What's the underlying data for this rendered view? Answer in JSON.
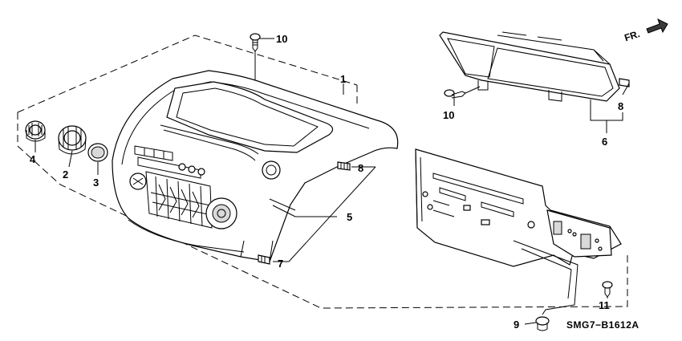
{
  "diagram": {
    "direction_label": "FR.",
    "diagram_code": "SMG7−B1612A",
    "callouts": {
      "c1": "1",
      "c2": "2",
      "c3": "3",
      "c4": "4",
      "c5": "5",
      "c6": "6",
      "c7": "7",
      "c8a": "8",
      "c8b": "8",
      "c9": "9",
      "c10a": "10",
      "c10b": "10",
      "c11": "11"
    }
  }
}
